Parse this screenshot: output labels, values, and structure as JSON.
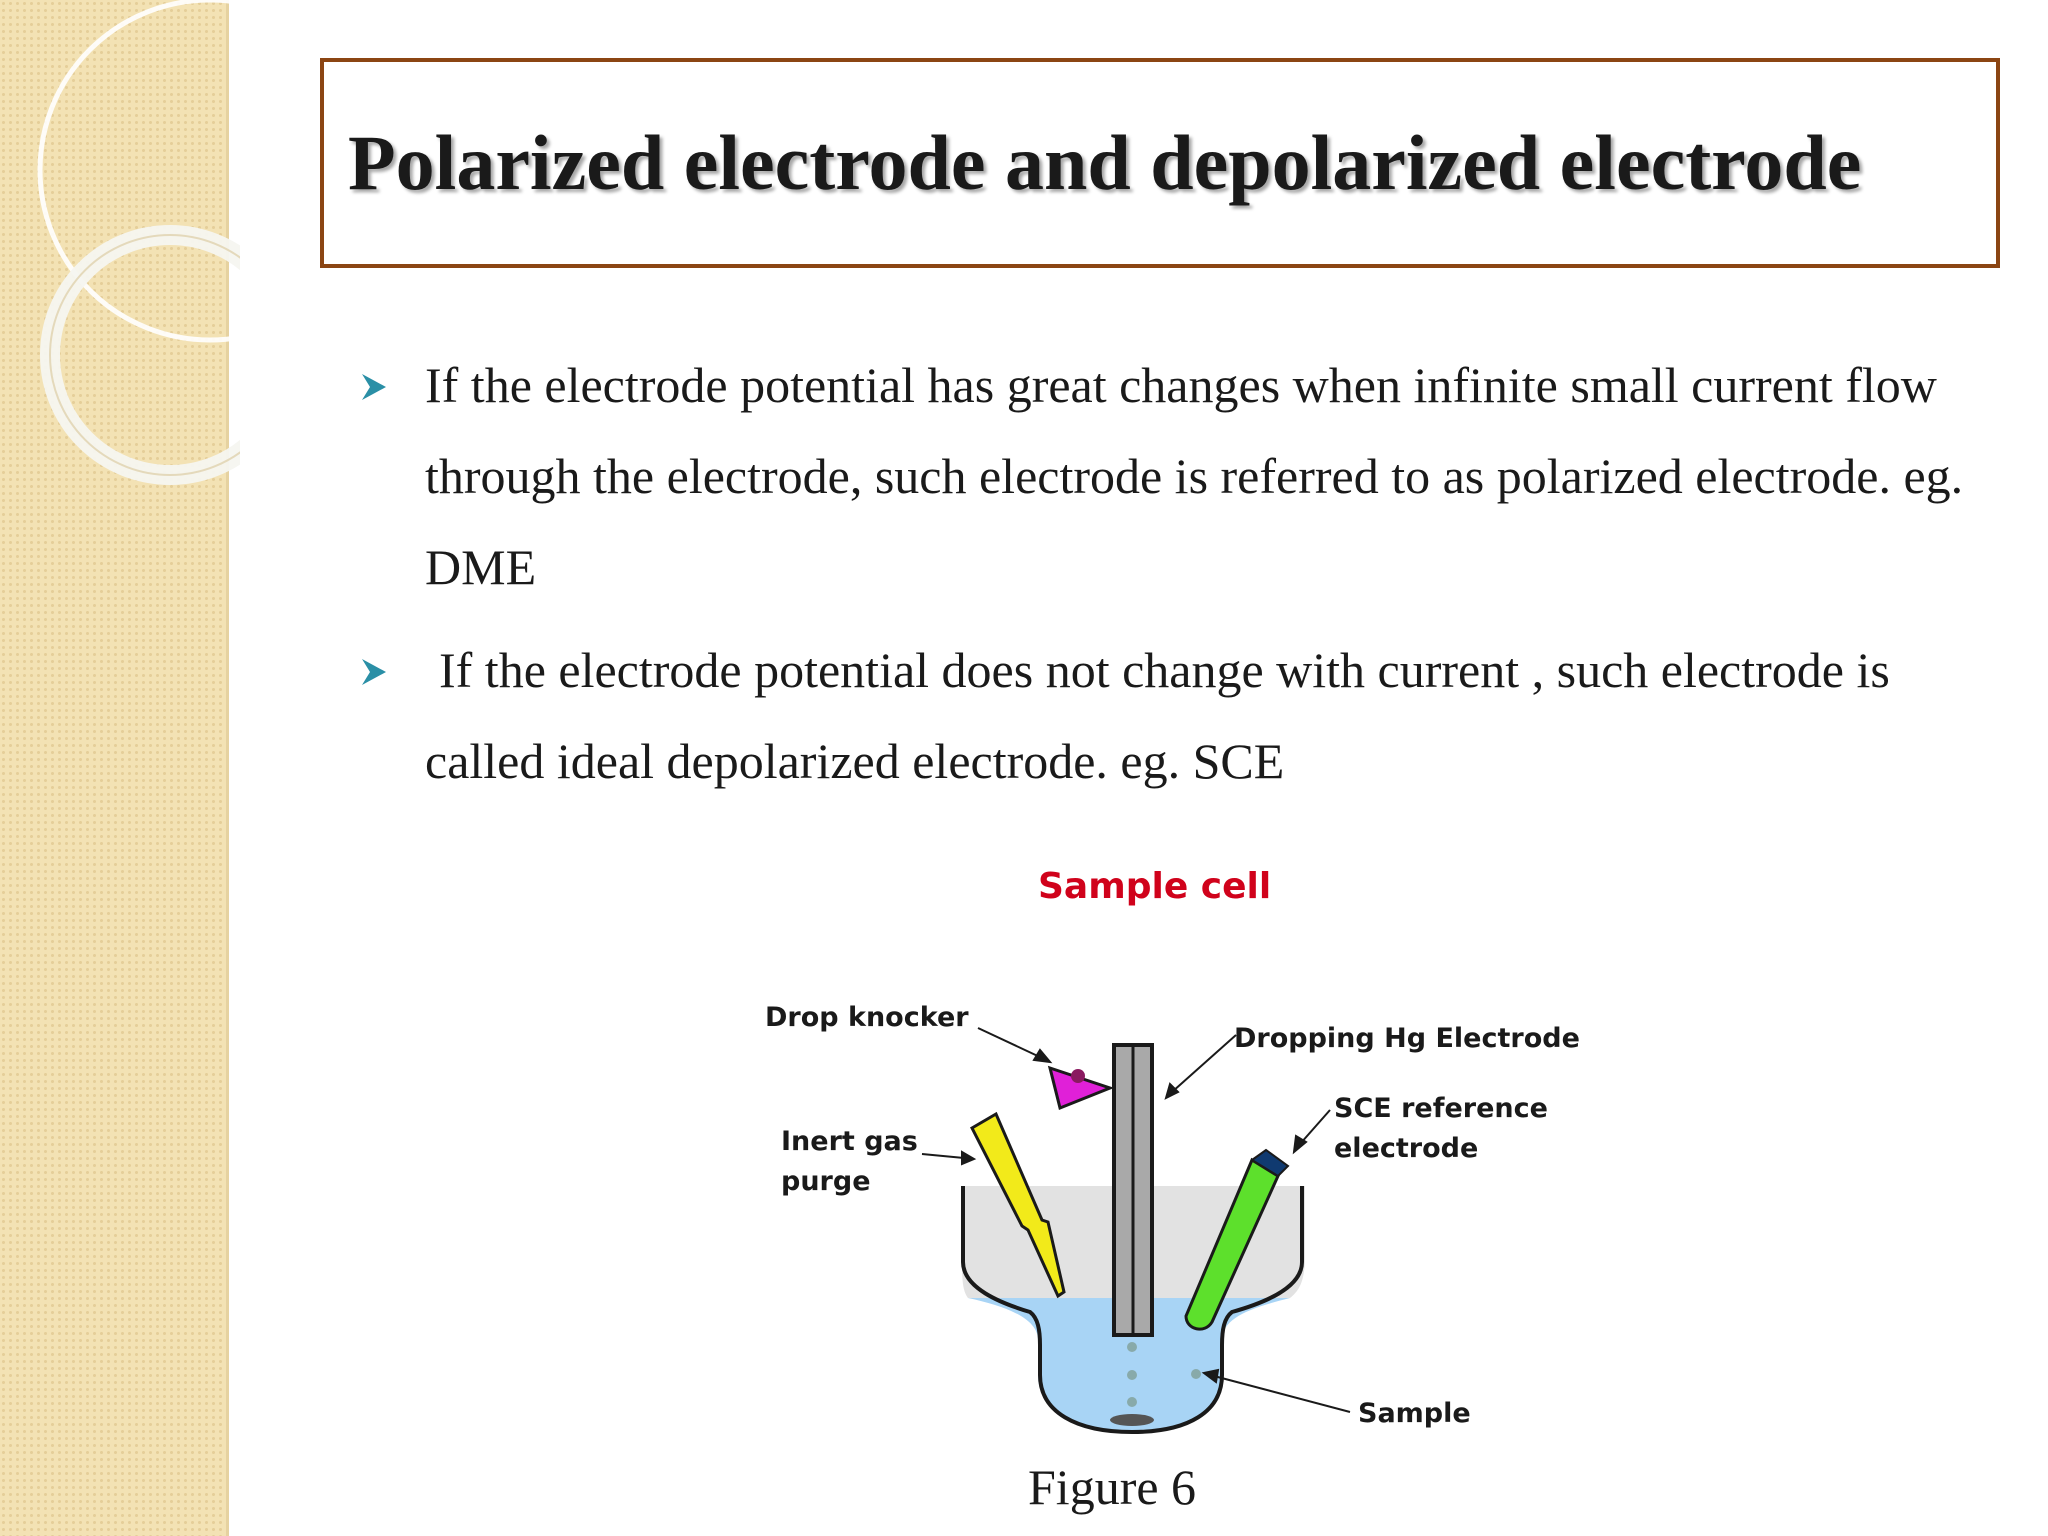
{
  "slide": {
    "title": "Polarized electrode and depolarized electrode",
    "bullets": [
      {
        "icon": "arrow-bullet-icon",
        "text": "If the electrode potential has great changes when infinite small current flow through the electrode, such electrode is referred to as polarized electrode. eg. DME"
      },
      {
        "icon": "arrow-bullet-icon",
        "text": "If the electrode potential does not change with current , such electrode is called ideal depolarized electrode. eg. SCE"
      }
    ],
    "figure": {
      "heading": "Sample cell",
      "labels": {
        "drop_knocker": "Drop knocker",
        "dropping_hg": "Dropping Hg Electrode",
        "sce_line1": "SCE reference",
        "sce_line2": "electrode",
        "inert_line1": "Inert gas",
        "inert_line2": "purge",
        "sample": "Sample"
      },
      "caption": "Figure 6"
    },
    "colors": {
      "title_border": "#8b4513",
      "side_band": "#f3e2b4",
      "bullet_arrow": "#2a8fa6",
      "figure_heading": "#d0021b"
    }
  }
}
